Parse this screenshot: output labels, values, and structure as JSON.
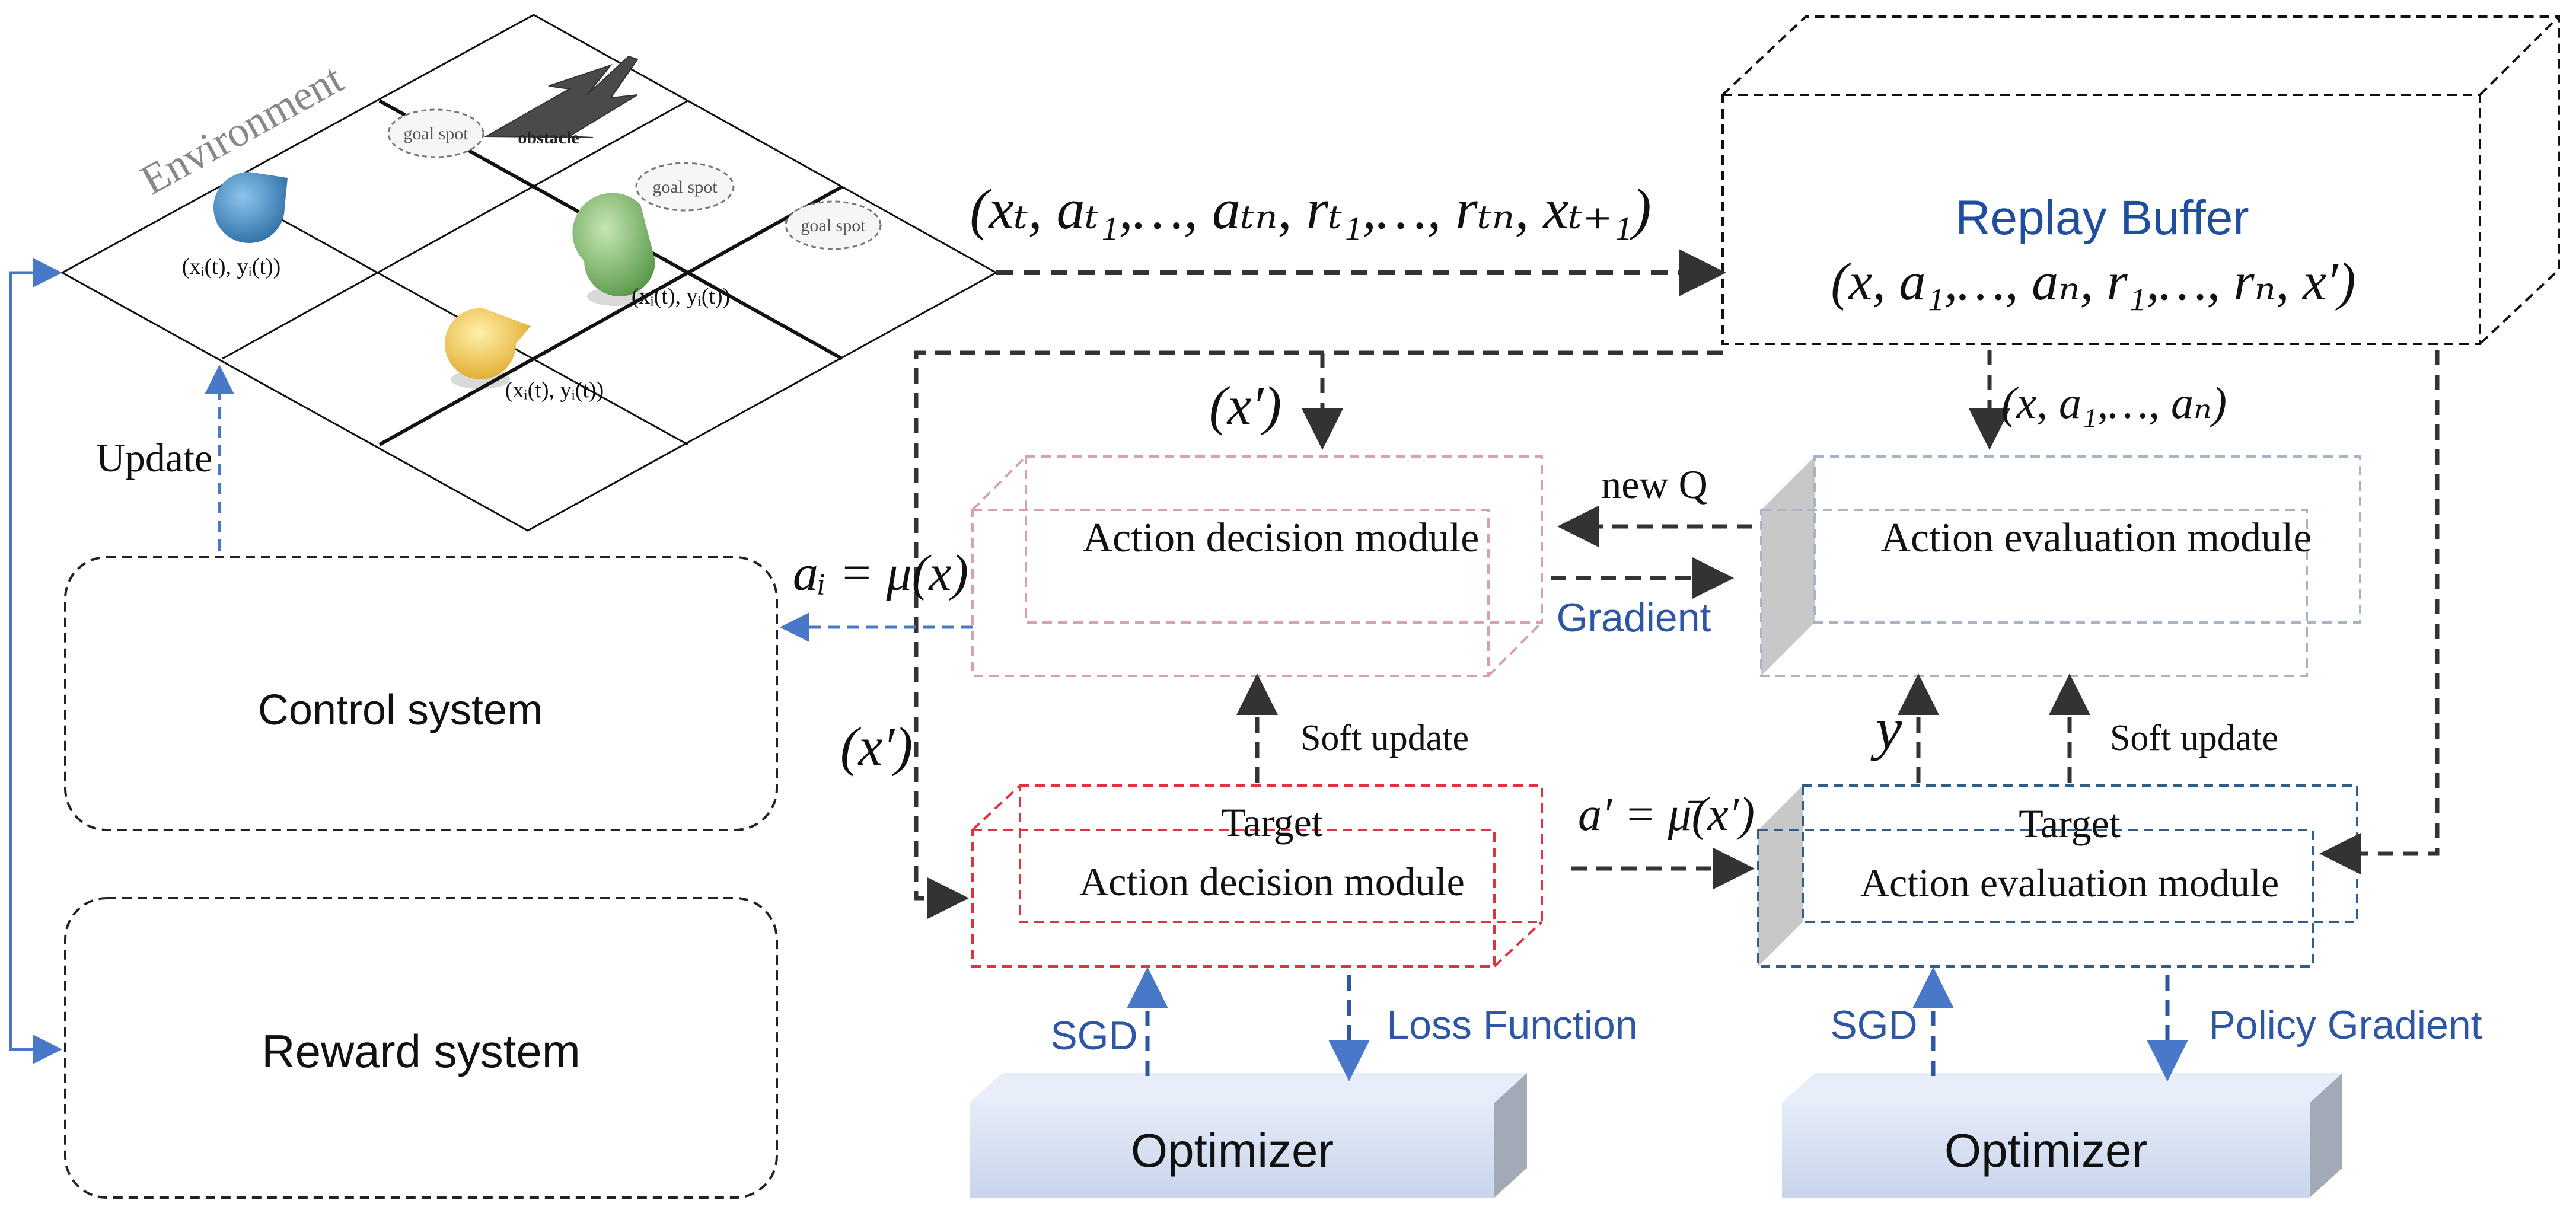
{
  "environment": {
    "title": "Environment",
    "goal_labels": [
      "goal spot",
      "goal spot",
      "goal spot"
    ],
    "obstacle_label": "obstacle",
    "agent_coords": [
      "(xᵢ(t), yᵢ(t))",
      "(xᵢ(t), yᵢ(t))",
      "(xᵢ(t), yᵢ(t))"
    ],
    "agent_colors": [
      "#3d86bf",
      "#7cb96a",
      "#f2c94c"
    ]
  },
  "transition_tuple": "(xₜ, aₜ₁,…, aₜₙ, rₜ₁,…, rₜₙ, xₜ₊₁)",
  "replay_buffer": {
    "title": "Replay Buffer",
    "tuple": "(x, a₁,…, aₙ, r₁,…, rₙ, x′)"
  },
  "labels": {
    "x_prime_top": "(x′)",
    "x_prime_left": "(x′)",
    "sample_to_eval": "(x, a₁,…, aₙ)",
    "new_q": "new Q",
    "gradient": "Gradient",
    "policy_action": "aᵢ = μ(x)",
    "update": "Update",
    "soft_update_left": "Soft update",
    "soft_update_right": "Soft update",
    "y": "y",
    "target_action": "a′ = μ̄(x′)",
    "sgd_left": "SGD",
    "sgd_right": "SGD",
    "loss_function": "Loss Function",
    "policy_gradient": "Policy Gradient"
  },
  "modules": {
    "action_decision": "Action decision module",
    "action_evaluation": "Action evaluation module",
    "target_decision_line1": "Target",
    "target_decision_line2": "Action decision module",
    "target_evaluation_line1": "Target",
    "target_evaluation_line2": "Action evaluation module",
    "optimizer_left": "Optimizer",
    "optimizer_right": "Optimizer"
  },
  "systems": {
    "control": "Control system",
    "reward": "Reward system"
  },
  "colors": {
    "accent_blue": "#2e56a6",
    "replay_title": "#1f4e9c",
    "pink_box": "#d8a0b3",
    "red_box": "#e0333d",
    "grey_blue_box": "#a6b4c8",
    "navy_box": "#2d5e8e",
    "optimizer_fill": "#d6dff0",
    "arrow": "#333333"
  }
}
